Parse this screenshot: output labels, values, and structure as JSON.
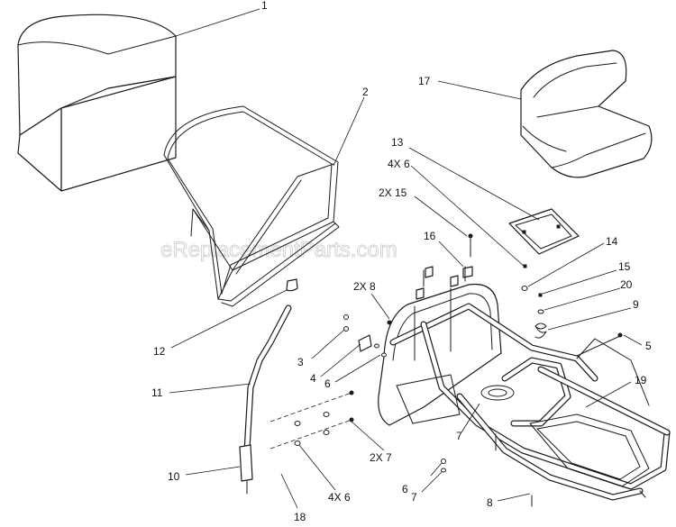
{
  "watermark": "eReplacementParts.com",
  "callouts": {
    "c1": "1",
    "c2": "2",
    "c17": "17",
    "c13": "13",
    "c4x6_top": "4X 6",
    "c2x15": "2X 15",
    "c16": "16",
    "c14": "14",
    "c15": "15",
    "c20": "20",
    "c9": "9",
    "c5": "5",
    "c19": "19",
    "c2x8": "2X 8",
    "c12": "12",
    "c3": "3",
    "c4": "4",
    "c6_mid": "6",
    "c11": "11",
    "c2x7": "2X 7",
    "c7_mid": "7",
    "c10": "10",
    "c4x6_bottom": "4X 6",
    "c6_low": "6",
    "c7_low": "7",
    "c8": "8",
    "c18": "18"
  }
}
